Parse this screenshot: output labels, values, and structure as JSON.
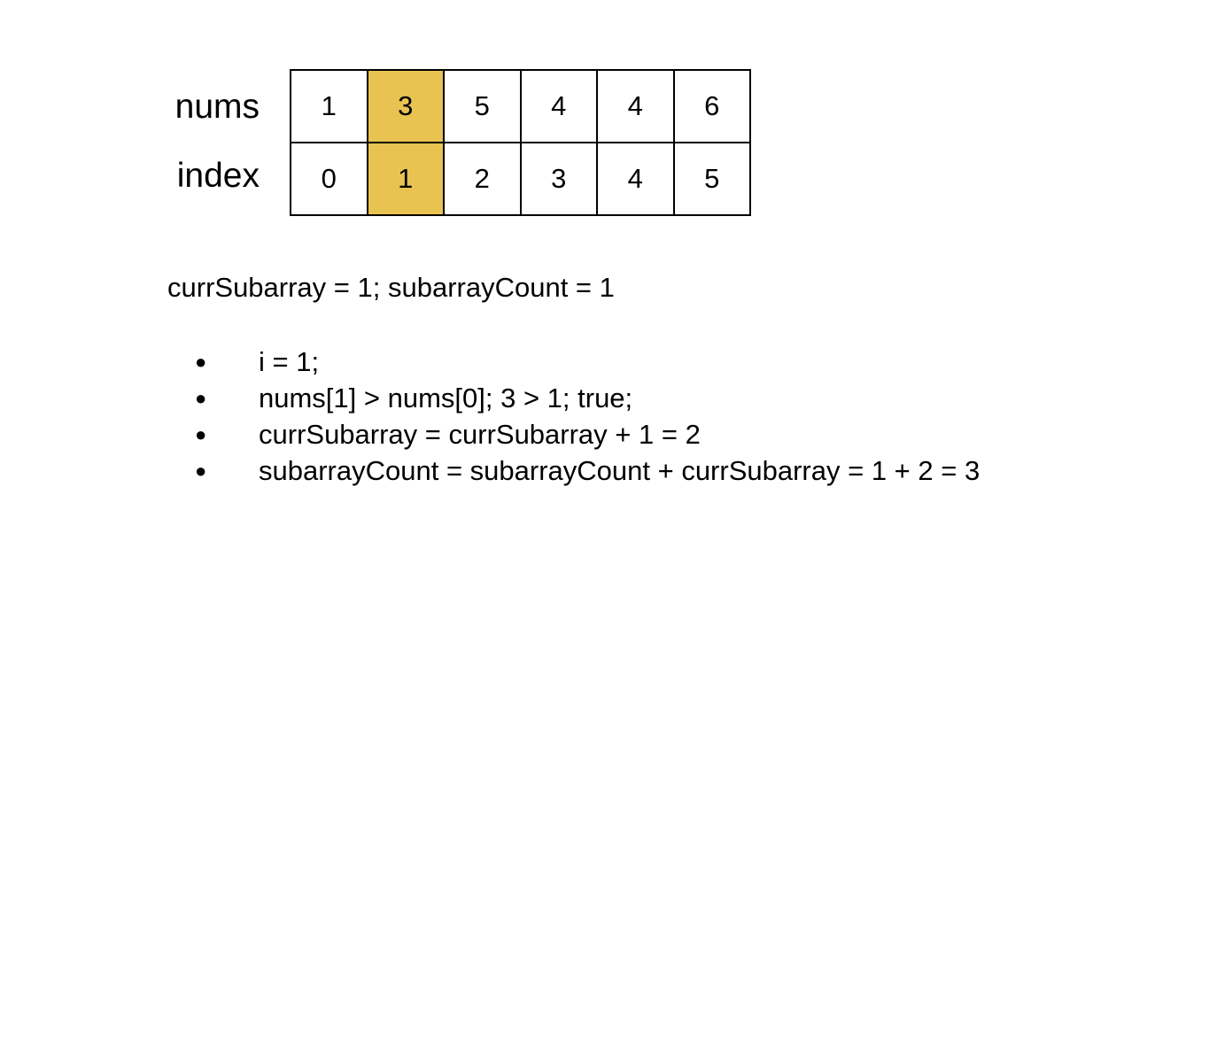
{
  "table": {
    "row_labels": {
      "nums": "nums",
      "index": "index"
    },
    "nums": [
      "1",
      "3",
      "5",
      "4",
      "4",
      "6"
    ],
    "index": [
      "0",
      "1",
      "2",
      "3",
      "4",
      "5"
    ],
    "highlight_column": 1,
    "highlight_color": "#e8c352"
  },
  "state": "currSubarray = 1; subarrayCount = 1",
  "steps": [
    {
      "bullet": "●",
      "text": "i = 1;"
    },
    {
      "bullet": "●",
      "text": "nums[1] > nums[0]; 3 > 1; true;"
    },
    {
      "bullet": "●",
      "text": "currSubarray = currSubarray + 1 = 2"
    },
    {
      "bullet": "●",
      "text": "subarrayCount = subarrayCount + currSubarray = 1 + 2 = 3"
    }
  ]
}
